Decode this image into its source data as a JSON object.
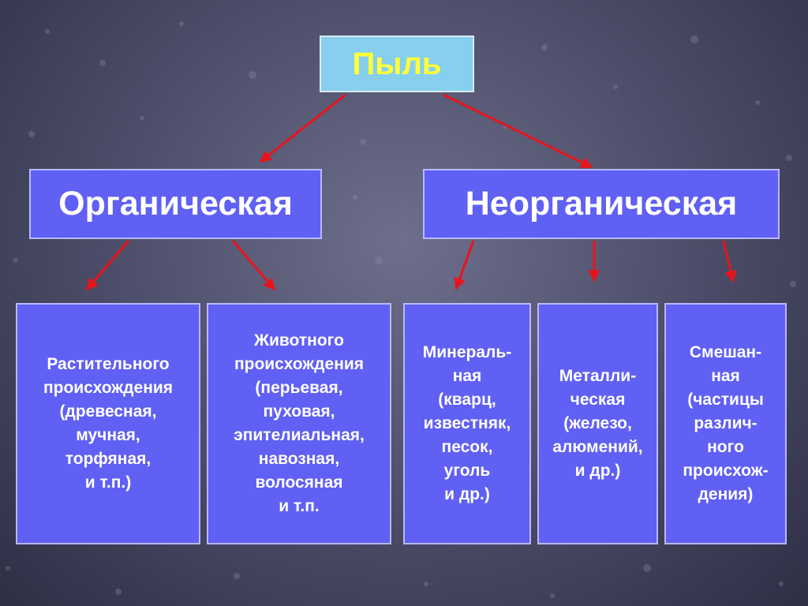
{
  "diagram": {
    "root": {
      "label": "Пыль"
    },
    "categories": [
      {
        "label": "Органическая"
      },
      {
        "label": "Неорганическая"
      }
    ],
    "leaves": [
      {
        "label": "Растительного\nпроисхождения\n(древесная,\nмучная,\nторфяная,\nи т.п.)"
      },
      {
        "label": "Животного\nпроисхождения\n(перьевая,\nпуховая,\nэпителиальная,\nнавозная,\nволосяная\nи т.п."
      },
      {
        "label": "Минераль-\nная\n(кварц,\nизвестняк,\nпесок,\nуголь\nи др.)"
      },
      {
        "label": "Металли-\nческая\n(железо,\nалюмений,\nи др.)"
      },
      {
        "label": "Смешан-\nная\n(частицы\nразлич-\nного\nпроисхож-\nдения)"
      }
    ],
    "colors": {
      "box_fill": "#6060f4",
      "root_fill": "#87cfee",
      "root_text": "#ffff3a",
      "arrow": "#e8141c"
    }
  }
}
